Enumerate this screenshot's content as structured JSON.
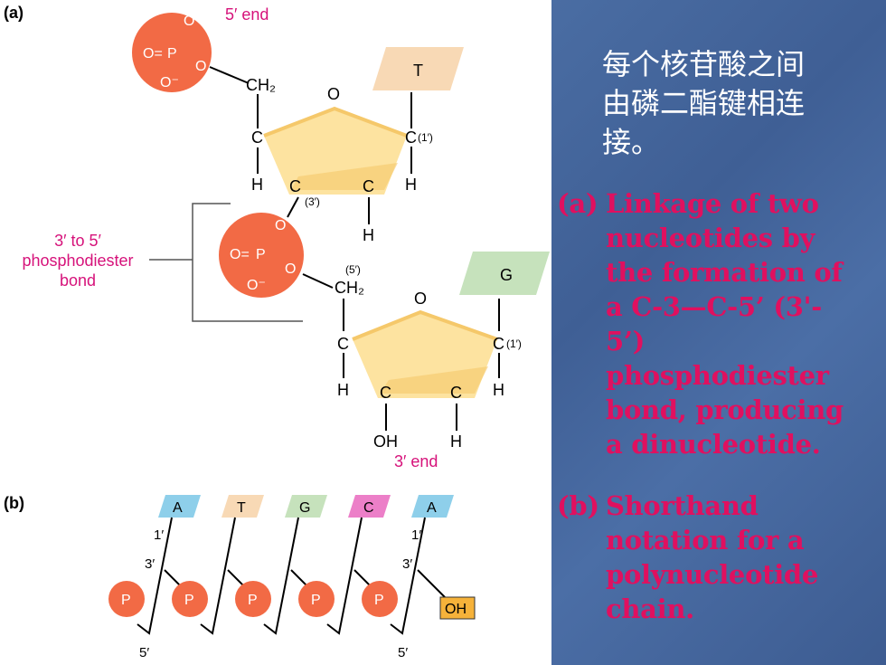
{
  "figure": {
    "part_a_label": "(a)",
    "part_b_label": "(b)",
    "five_prime_end": "5′ end",
    "three_prime_end": "3′ end",
    "bond_label_line1": "3′ to 5′",
    "bond_label_line2": "phosphodiester",
    "bond_label_line3": "bond",
    "base_top": "T",
    "base_bottom": "G",
    "phosphate": {
      "o": "O",
      "o_minus": "O⁻",
      "p": "P",
      "o_double": "O="
    },
    "atoms": {
      "ch2": "CH₂",
      "ring_o": "O",
      "c": "C",
      "h": "H",
      "oh": "OH",
      "c1": "(1′)",
      "c3": "(3′)",
      "c5": "(5′)"
    },
    "chain": {
      "bases": [
        "A",
        "T",
        "G",
        "C",
        "A"
      ],
      "phosphate_label": "P",
      "end_label": "OH",
      "prime_1": "1′",
      "prime_3": "3′",
      "prime_5": "5′"
    },
    "colors": {
      "phosphate": "#f26a45",
      "sugar": "#fde3a0",
      "sugar_edge": "#f5c86a",
      "base_T": "#f8d9b5",
      "base_G": "#c6e2bc",
      "base_A": "#8ecfea",
      "base_C": "#ec7fc8",
      "oh_box": "#f6b23a",
      "label_pink": "#d6127a"
    }
  },
  "text": {
    "chinese_line1": "每个核苷酸之间",
    "chinese_line2": "由磷二酯键相连",
    "chinese_line3": "接。",
    "a_label": "(a)",
    "a_lines": [
      "Linkage of two",
      "nucleotides by",
      "the formation of",
      "a C-3—C-5’ (3'-",
      "5’)",
      "phosphodiester",
      "bond, producing",
      "a dinucleotide."
    ],
    "b_label": "(b)",
    "b_lines": [
      "Shorthand",
      "notation for a",
      "polynucleotide",
      "chain."
    ]
  }
}
